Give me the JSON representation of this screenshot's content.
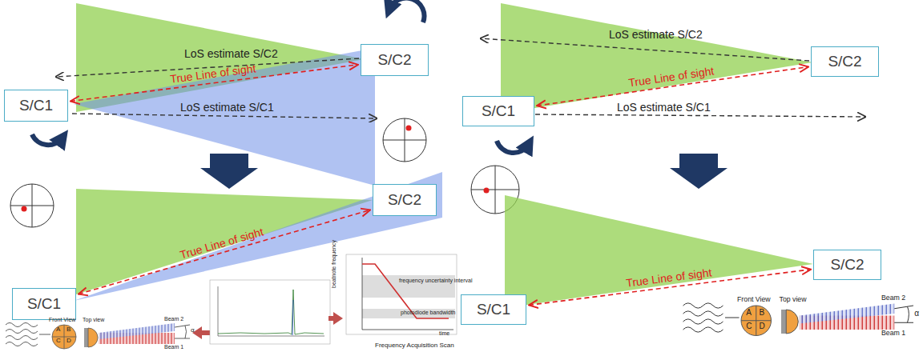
{
  "diagram": {
    "nodes": [
      {
        "text": [
          "S/C1"
        ]
      },
      {
        "text": [
          "S/C2"
        ]
      },
      {
        "text": [
          "S/C1"
        ]
      },
      {
        "text": [
          "S/C2"
        ]
      },
      {
        "text": [
          "S/C1"
        ]
      },
      {
        "text": [
          "S/C2"
        ]
      },
      {
        "text": [
          "S/C1"
        ]
      },
      {
        "text": [
          "S/C2"
        ]
      }
    ],
    "edges": [
      {
        "from": 0,
        "to": 1,
        "label": "True Line of sight",
        "arrow": "both"
      },
      {
        "from": 2,
        "to": 3,
        "label": "True Line of sight",
        "arrow": "both"
      },
      {
        "from": 4,
        "to": 5,
        "label": "True Line of sight",
        "arrow": "both"
      },
      {
        "from": 6,
        "to": 7,
        "label": "True Line of sight",
        "arrow": "both"
      }
    ],
    "labels": [
      "LoS estimate S/C2",
      "LoS estimate S/C1",
      "LoS estimate S/C2",
      "LoS estimate S/C1",
      "Front View",
      "Top view",
      "Beam 2",
      "Beam 1",
      "A",
      "B",
      "C",
      "D",
      "α",
      "frequency uncertainty interval",
      "photodiode bandwidth",
      "beatnote frequency",
      "time",
      "Frequency Acquisition Scan",
      "Front View",
      "Top view",
      "Beam 2",
      "Beam 1",
      "A",
      "B",
      "C",
      "D",
      "α"
    ]
  }
}
